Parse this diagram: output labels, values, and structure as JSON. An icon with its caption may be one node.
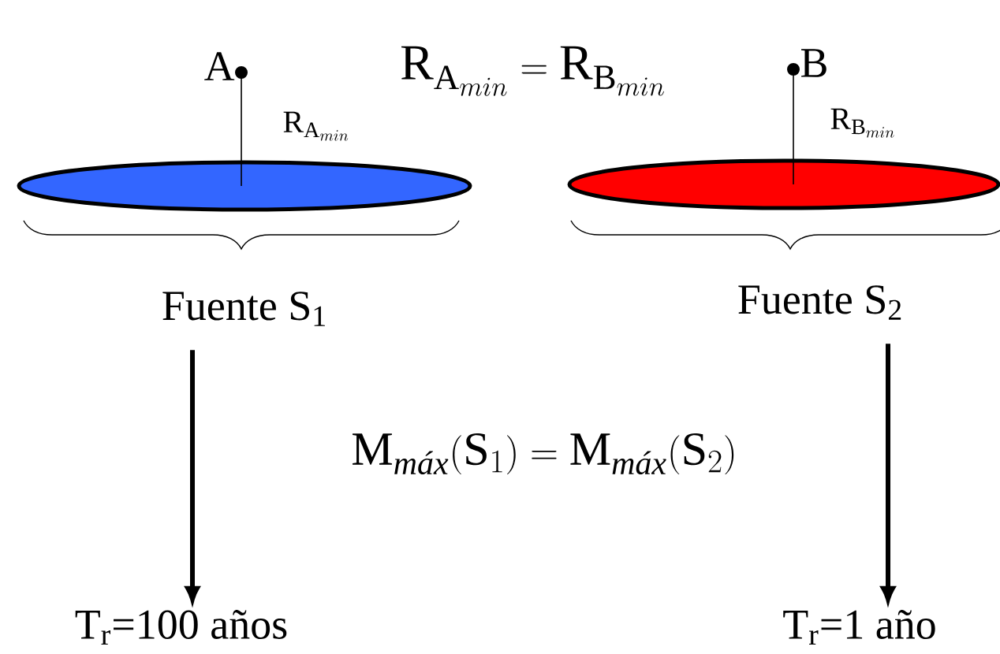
{
  "diagram": {
    "nodes": [
      {
        "text": [
          "A"
        ]
      },
      {
        "text": [],
        "shape": "ellipse"
      },
      {
        "text": [
          "B"
        ]
      },
      {
        "text": [],
        "shape": "ellipse"
      },
      {
        "text": [
          "Fuente S$_{1}$"
        ]
      },
      {
        "text": [
          "Fuente S$_{2}$"
        ]
      },
      {
        "text": [
          "T$_{r}$=100 años"
        ]
      },
      {
        "text": [
          "T$_{r}$=1 año"
        ]
      }
    ],
    "edges": [
      {
        "from": 0,
        "to": 1,
        "arrow": "other",
        "label": "\\mathrm{R}_{\\mathrm{A}_{min}}"
      },
      {
        "from": 2,
        "to": 3,
        "arrow": "other",
        "label": "\\mathrm{R}_{\\mathrm{B}_{min}}"
      },
      {
        "from": 4,
        "to": 6,
        "arrow": "to",
        "style": "thick"
      },
      {
        "from": 5,
        "to": 7,
        "arrow": "to",
        "style": "thick"
      }
    ],
    "labels": [
      "\\mathrm{R}_{\\mathrm{A}_{min}} = \\mathrm{R}_{\\mathrm{B}_{min}}",
      "\\mathrm{M}_{\\textit{máx}}(\\mathrm{S}_1) = \\mathrm{M}_{\\textit{máx}}(\\mathrm{S}_2)"
    ]
  }
}
